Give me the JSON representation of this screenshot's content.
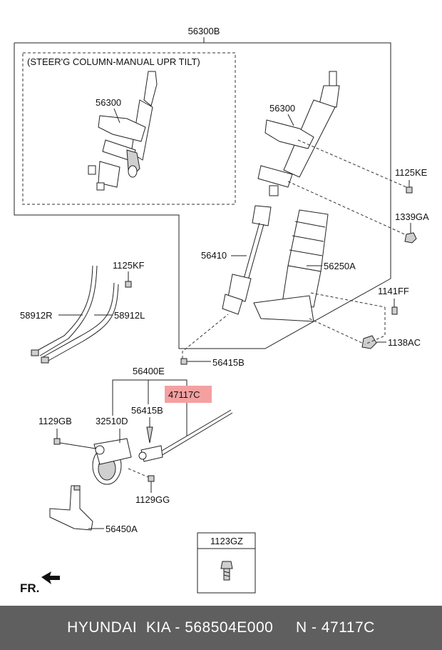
{
  "labels": {
    "assembly": "56300B",
    "variant_caption": "(STEER'G COLUMN-MANUAL UPR TILT)",
    "column_left": "56300",
    "column_right": "56300",
    "bolt_1125KE": "1125KE",
    "nut_1339GA": "1339GA",
    "shaft_56410": "56410",
    "boot_56250A": "56250A",
    "bolt_1141FF": "1141FF",
    "nut_1138AC": "1138AC",
    "bolt_56415B_top": "56415B",
    "bolt_1125KF": "1125KF",
    "brace_58912R": "58912R",
    "brace_58912L": "58912L",
    "assy_56400E": "56400E",
    "highlight_47117C": "47117C",
    "bolt_56415B_mid": "56415B",
    "bolt_1129GB": "1129GB",
    "motor_32510D": "32510D",
    "bolt_1129GG": "1129GG",
    "bracket_56450A": "56450A",
    "legend_part": "1123GZ",
    "front_marker": "FR."
  },
  "colors": {
    "highlight": "#f4a0a0",
    "footer_bg": "#5f5f5f"
  },
  "footer": {
    "text": "HYUNDAI  KIA - 568504E000     N - 47117C"
  }
}
